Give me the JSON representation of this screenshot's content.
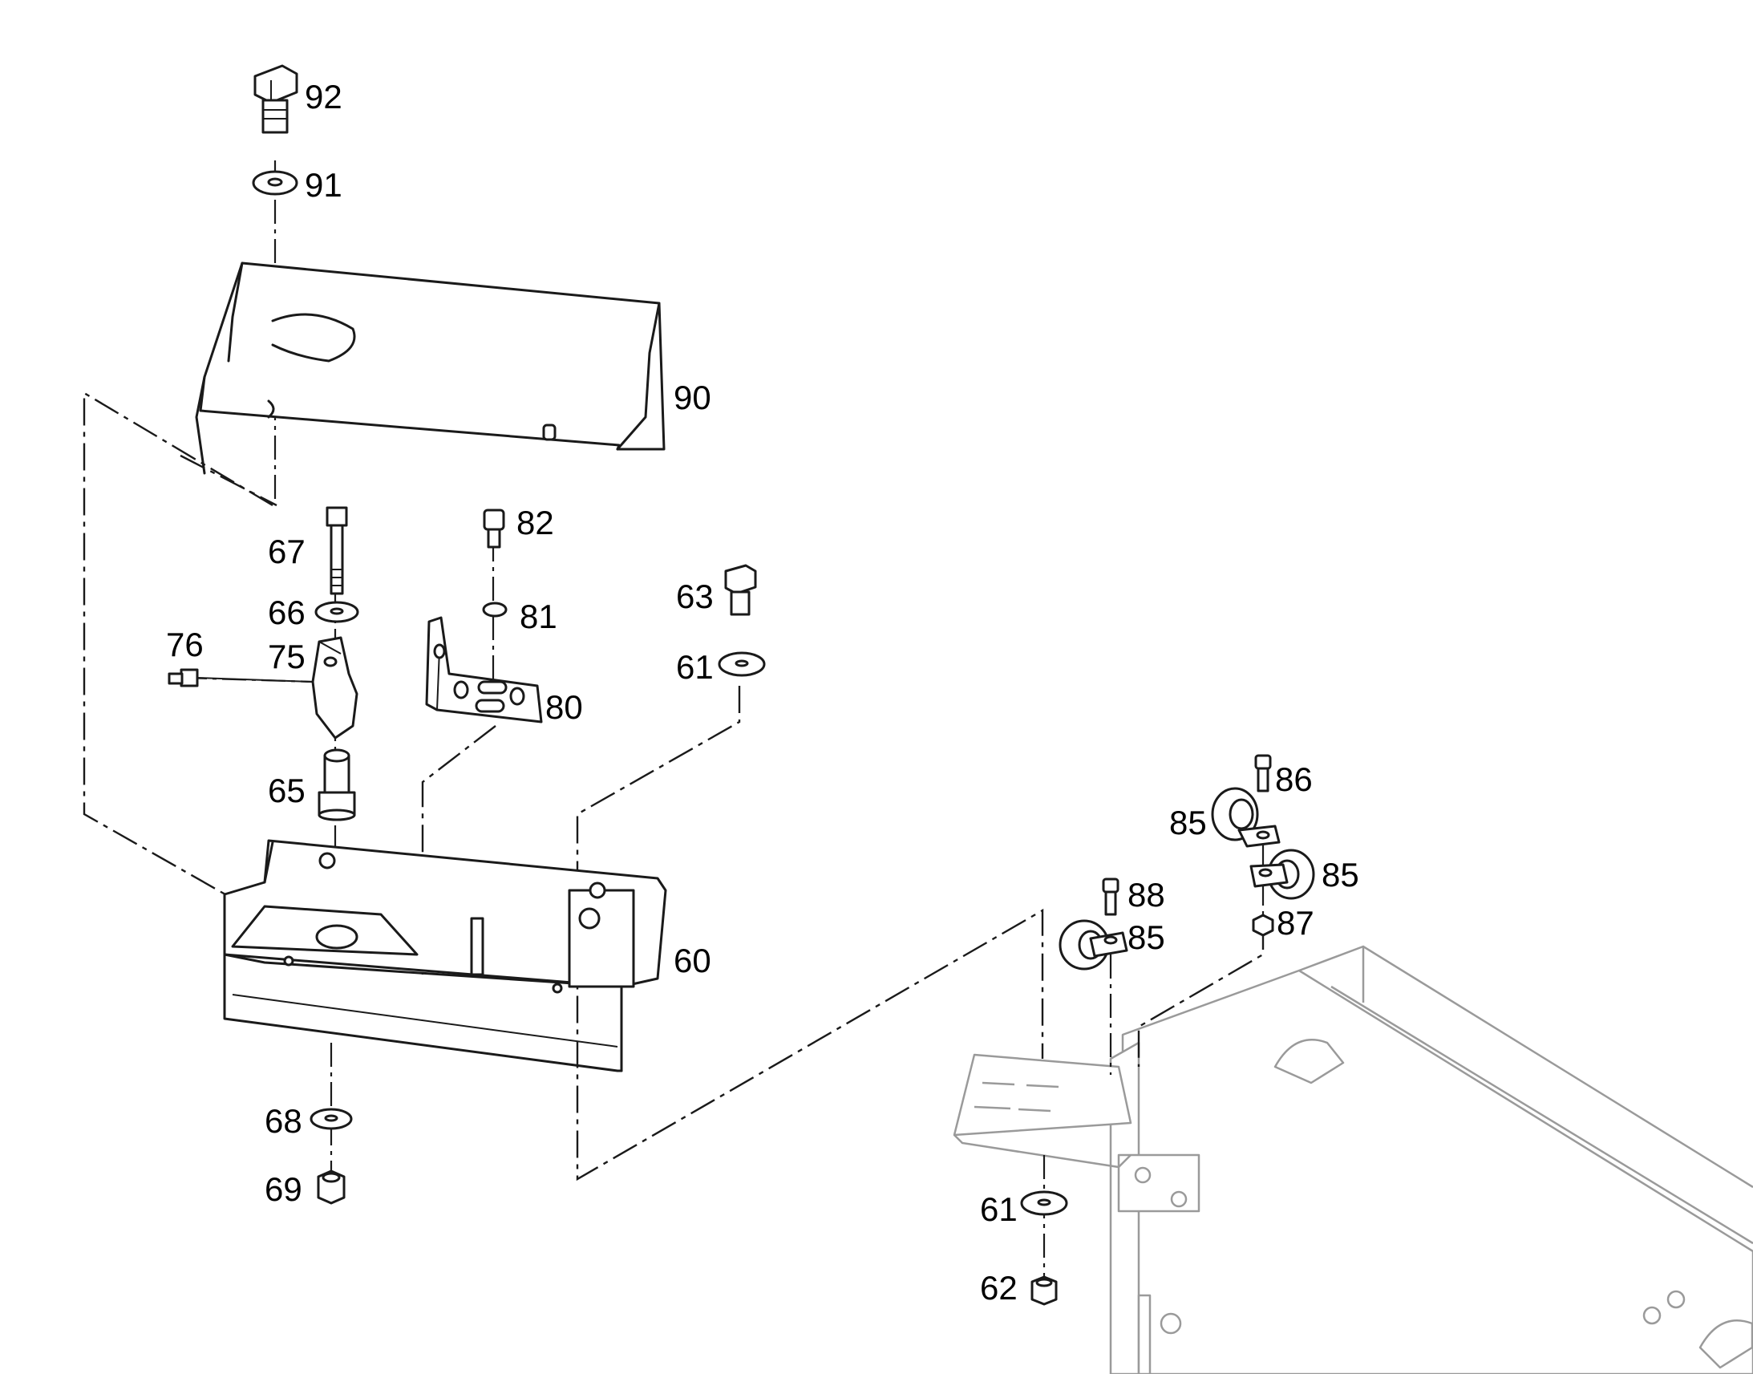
{
  "labels": {
    "p92": "92",
    "p91": "91",
    "p90": "90",
    "p67": "67",
    "p66": "66",
    "p76": "76",
    "p75": "75",
    "p65": "65",
    "p82": "82",
    "p81": "81",
    "p80": "80",
    "p63": "63",
    "p61a": "61",
    "p60": "60",
    "p68": "68",
    "p69": "69",
    "p86": "86",
    "p85a": "85",
    "p85b": "85",
    "p87": "87",
    "p88": "88",
    "p85c": "85",
    "p61b": "61",
    "p62": "62"
  }
}
